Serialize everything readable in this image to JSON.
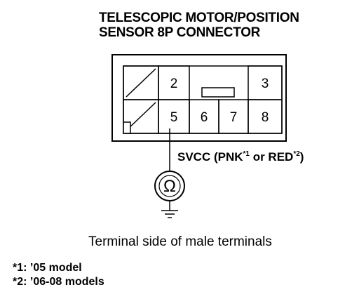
{
  "connector": {
    "title_line1": "TELESCOPIC MOTOR/POSITION",
    "title_line2": "SENSOR 8P CONNECTOR",
    "terminals": {
      "t2": "2",
      "t3": "3",
      "t5": "5",
      "t6": "6",
      "t7": "7",
      "t8": "8"
    }
  },
  "signal": {
    "name": "SVCC",
    "open": " (PNK",
    "ref1": "*1",
    "or": " or RED",
    "ref2": "*2",
    "close": ")"
  },
  "meter": {
    "symbol": "Ω"
  },
  "caption": "Terminal side of male terminals",
  "notes": [
    {
      "text": "*1: ’05 model"
    },
    {
      "text": "*2: ’06-08 models"
    }
  ]
}
